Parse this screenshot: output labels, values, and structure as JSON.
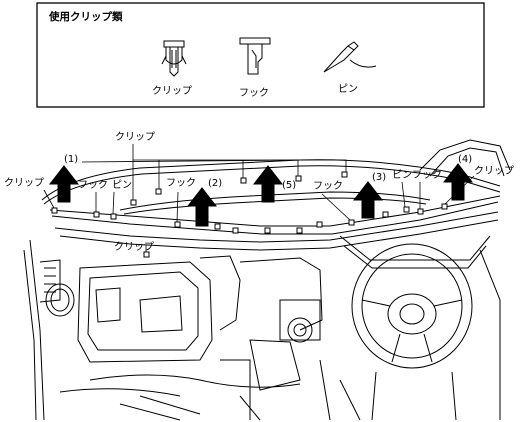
{
  "legend": {
    "title": "使用クリップ類",
    "items": [
      "クリップ",
      "フック",
      "ピン"
    ]
  },
  "steps": [
    "(1)",
    "(2)",
    "(3)",
    "(4)",
    "(5)"
  ],
  "callouts": {
    "clip": "クリップ",
    "hook": "フック",
    "pin": "ピン"
  }
}
